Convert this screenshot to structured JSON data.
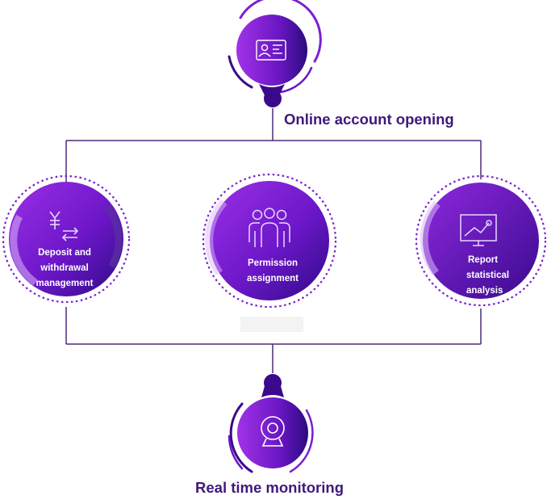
{
  "top": {
    "title": "Online account opening",
    "icon": "id-card-icon"
  },
  "left": {
    "lines": [
      "Deposit and",
      "withdrawal",
      "management"
    ],
    "icon": "currency-exchange-icon"
  },
  "center": {
    "lines": [
      "Permission",
      "assignment"
    ],
    "icon": "team-users-icon"
  },
  "right": {
    "lines": [
      "Report",
      "statistical",
      "analysis"
    ],
    "icon": "presentation-chart-icon"
  },
  "bottom": {
    "title": "Real time monitoring",
    "icon": "webcam-icon"
  },
  "colors": {
    "primary": "#7a1fd0",
    "deep": "#3a0a8a",
    "line": "#4b2a7a",
    "title": "#3d1a7a",
    "light": "#d9b8f7"
  }
}
